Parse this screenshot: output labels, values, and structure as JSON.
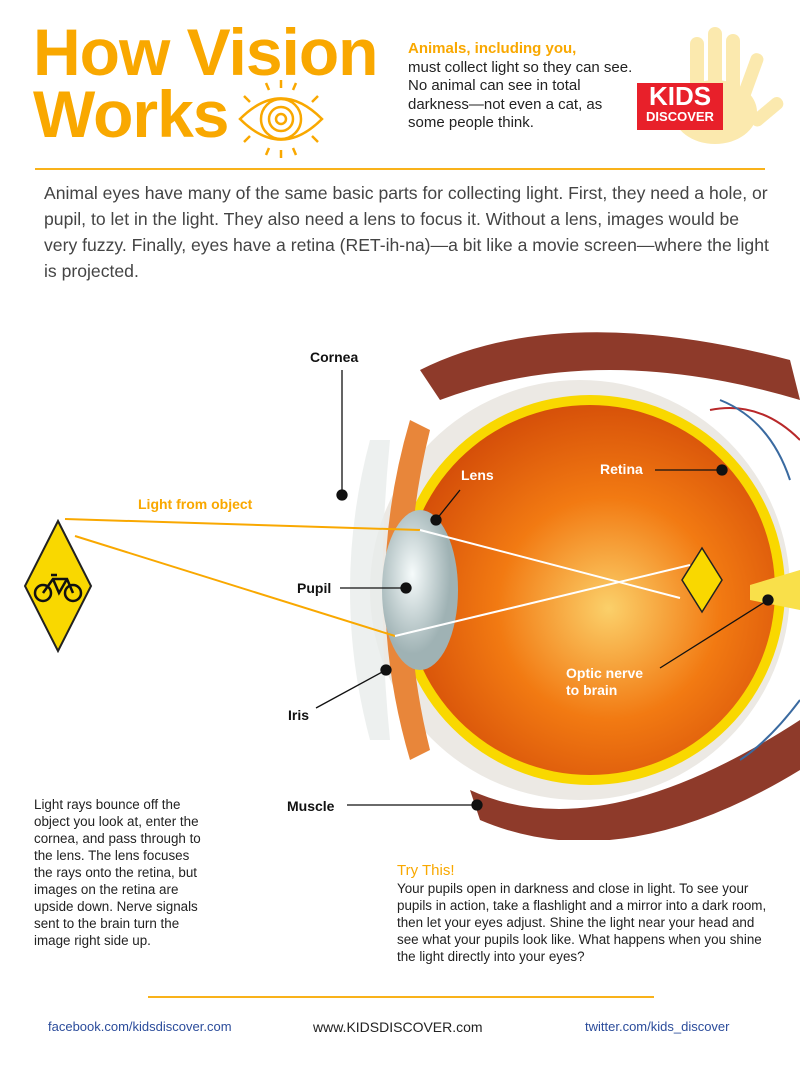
{
  "header": {
    "title_line1": "How Vision",
    "title_line2": "Works",
    "intro_lead": "Animals, including you,",
    "intro_body": "must collect light so they can see. No animal can see in total darkness—not even a cat, as some people think.",
    "logo_line1": "KIDS",
    "logo_line2": "DISCOVER"
  },
  "main_paragraph": "Animal eyes have many of the same basic parts for collecting light. First, they need a hole, or pupil, to let in the light. They also need a lens to focus it. Without a lens, images would be very fuzzy. Finally, eyes have a retina (RET-ih-na)—a bit like a movie screen—where the light is projected.",
  "diagram": {
    "labels": {
      "cornea": "Cornea",
      "lens": "Lens",
      "retina": "Retina",
      "light": "Light from object",
      "pupil": "Pupil",
      "optic1": "Optic nerve",
      "optic2": "to brain",
      "iris": "Iris",
      "muscle": "Muscle"
    }
  },
  "side_text": "Light rays bounce off the object you look at, enter the cornea, and pass through to the lens. The lens focuses the rays onto the retina, but images on the retina are upside down. Nerve signals sent to the brain turn the image right side up.",
  "try_this": {
    "heading": "Try This!",
    "body": "Your pupils open in darkness and close in light. To see your pupils in action, take a flashlight and a mirror into a dark room, then let your eyes adjust. Shine the light near your head and see what your pupils look like. What happens when you shine the light directly into your eyes?"
  },
  "footer": {
    "facebook": "facebook.com/kidsdiscover.com",
    "website": "www.KIDSDISCOVER.com",
    "twitter": "twitter.com/kids_discover"
  },
  "colors": {
    "accent": "#f9a800",
    "logo_red": "#e8202a",
    "link_blue": "#2b4c9b"
  }
}
